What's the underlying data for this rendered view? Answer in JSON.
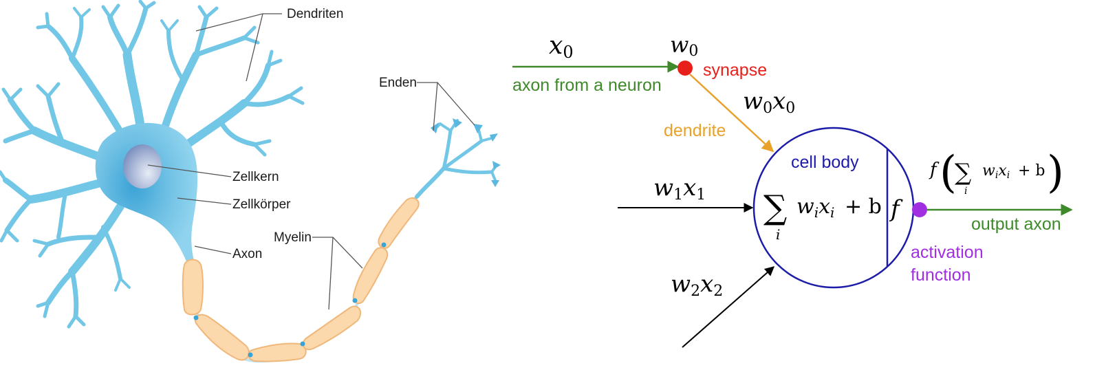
{
  "neuron_labels": {
    "dendriten": "Dendriten",
    "zellkern": "Zellkern",
    "zellkoerper": "Zellkörper",
    "axon": "Axon",
    "myelin": "Myelin",
    "enden": "Enden"
  },
  "model": {
    "x0": "x",
    "x0_sub": "0",
    "w0": "w",
    "w0_sub": "0",
    "synapse": "synapse",
    "axon_from": "axon from a neuron",
    "w0x0_w": "w",
    "w0x0_wsub": "0",
    "w0x0_x": "x",
    "w0x0_xsub": "0",
    "dendrite": "dendrite",
    "cell_body": "cell body",
    "w1x1_w": "w",
    "w1x1_wsub": "1",
    "w1x1_x": "x",
    "w1x1_xsub": "1",
    "w2x2_w": "w",
    "w2x2_wsub": "2",
    "w2x2_x": "x",
    "w2x2_xsub": "2",
    "sum_sign": "∑",
    "sum_index": "i",
    "sum_w": "w",
    "sum_wi": "i",
    "sum_x": "x",
    "sum_xi": "i",
    "plus_b": "+ b",
    "f": "f",
    "out_f": "f",
    "out_lparen": "(",
    "out_rparen": ")",
    "output_axon": "output axon",
    "activation": "activation",
    "function": "function"
  },
  "colors": {
    "neuron_blue": "#72c6e6",
    "myelin_fill": "#fbd9ad",
    "myelin_stroke": "#f0b77a",
    "green": "#3e8a2a",
    "red": "#e8201c",
    "orange": "#e8a22c",
    "navy": "#1c1ca8",
    "purple": "#a12ee0"
  }
}
